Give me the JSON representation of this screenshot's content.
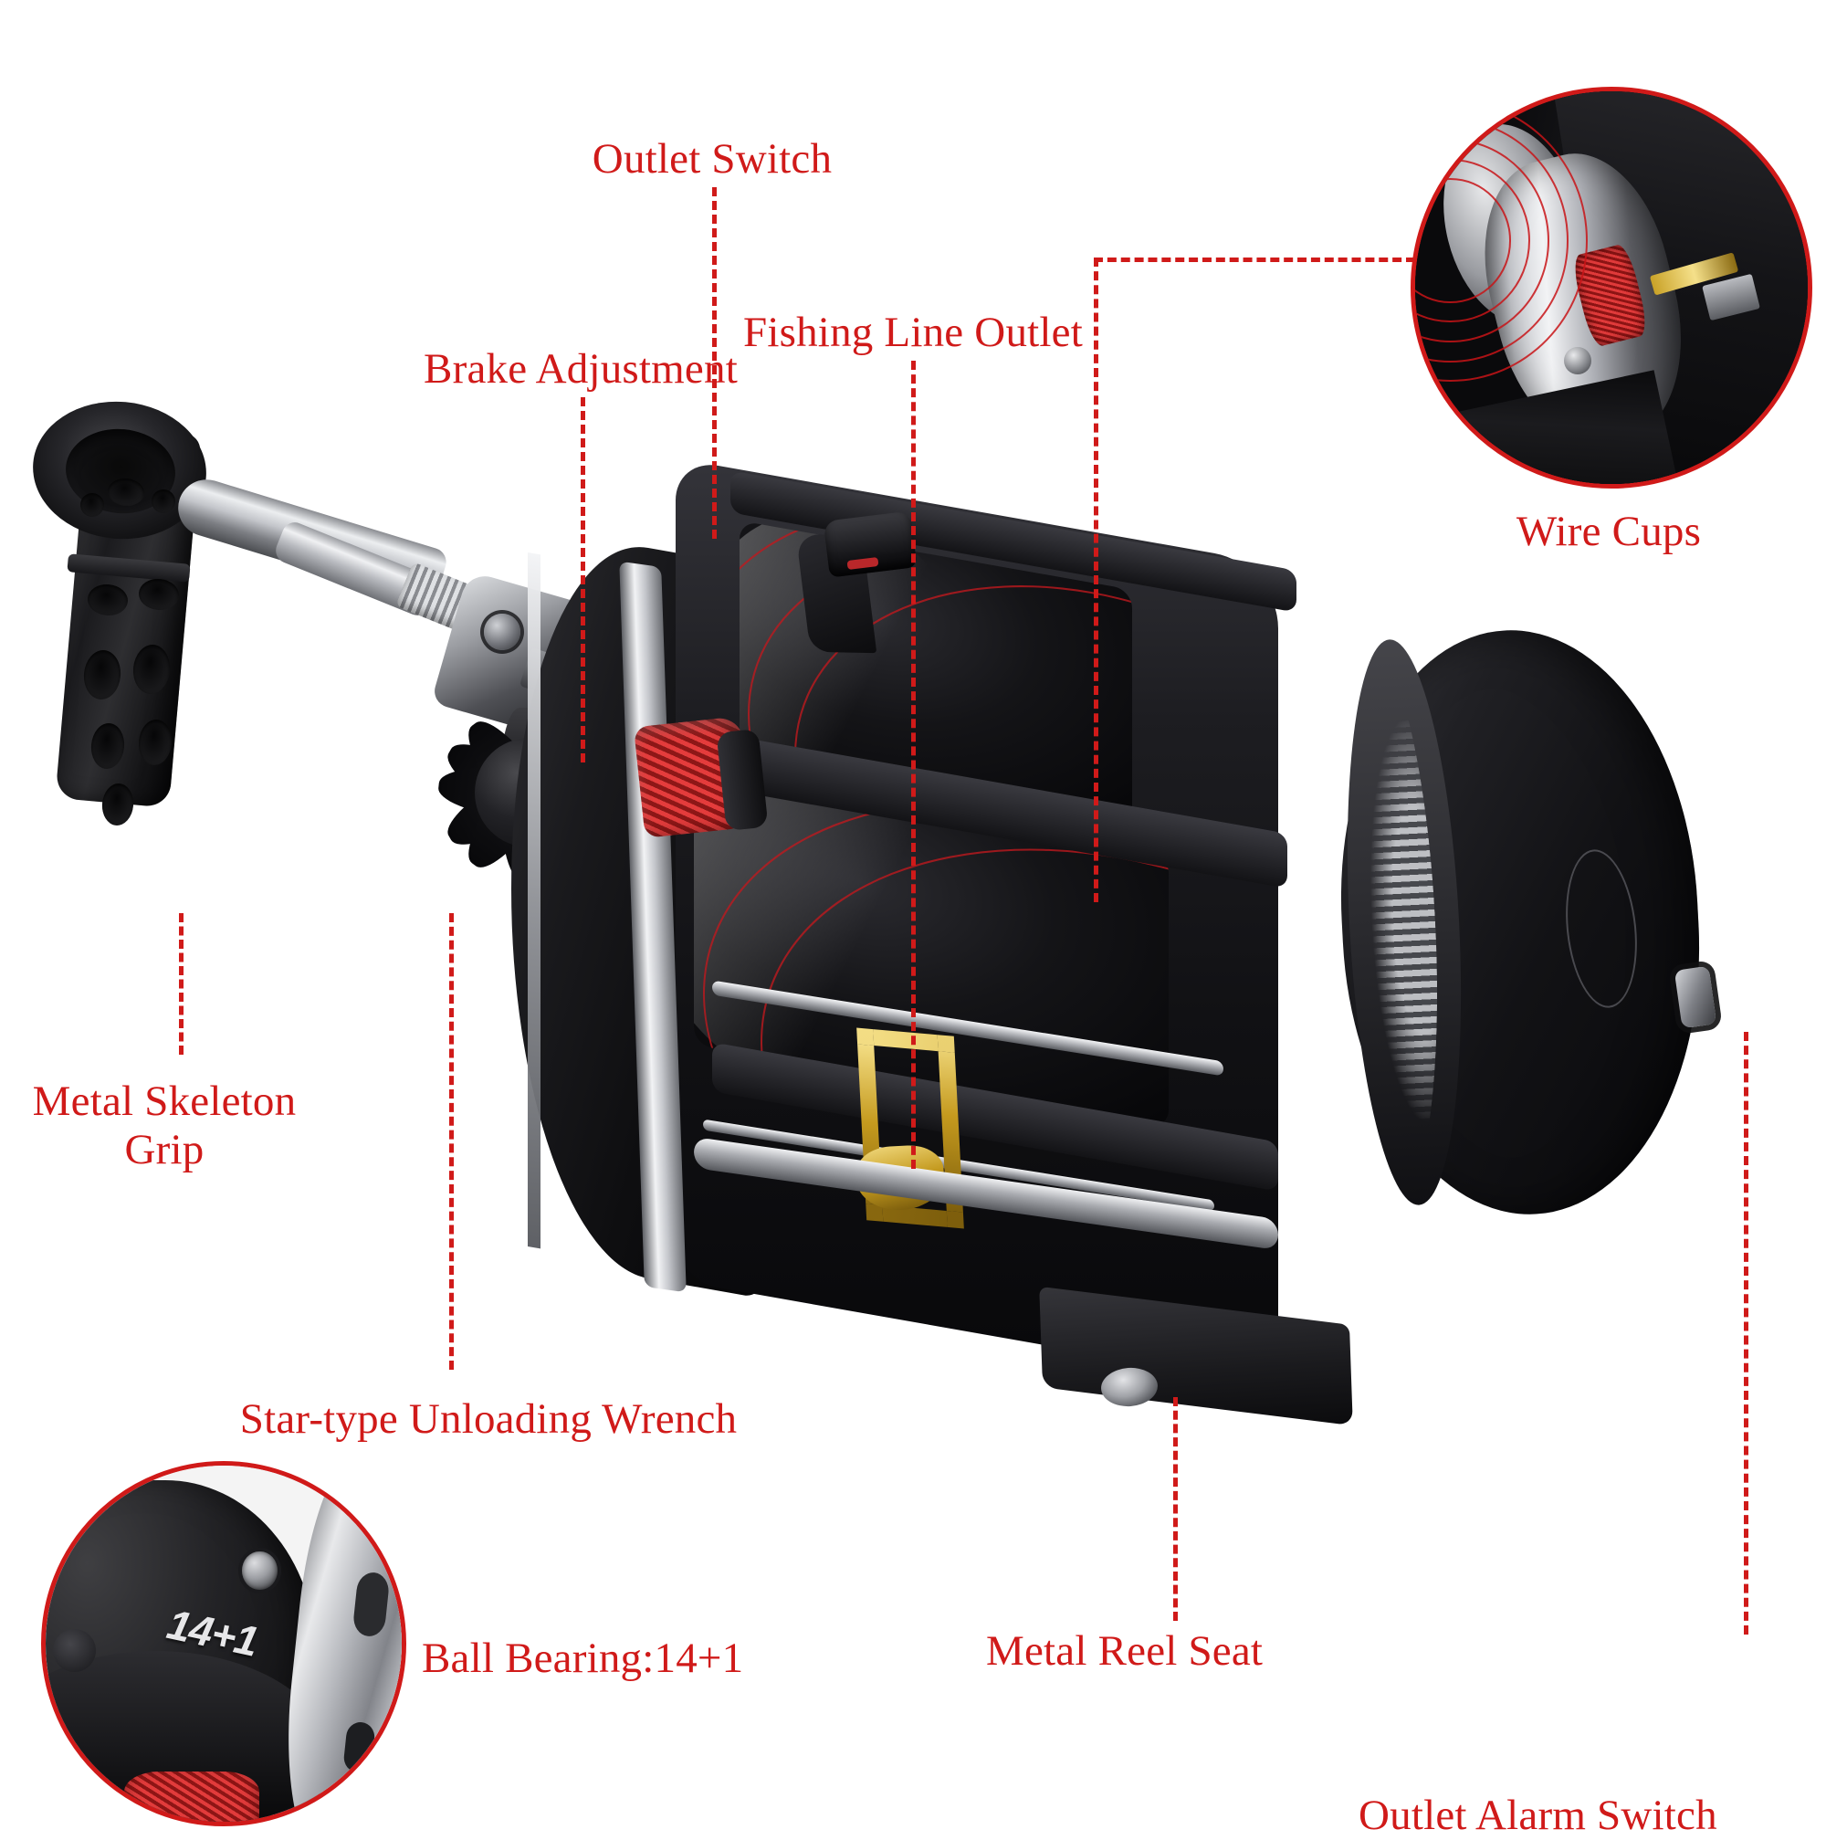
{
  "diagram": {
    "title": "Fishing Reel Feature Callout Diagram",
    "accent_color": "#d01a19",
    "background_color": "#ffffff",
    "label_color": "#d01a19"
  },
  "callouts": [
    {
      "id": "outlet-switch",
      "label": "Outlet Switch"
    },
    {
      "id": "fishing-line-outlet",
      "label": "Fishing Line Outlet"
    },
    {
      "id": "brake-adjustment",
      "label": "Brake Adjustment"
    },
    {
      "id": "wire-cups",
      "label": "Wire Cups"
    },
    {
      "id": "metal-skeleton-grip",
      "label": "Metal Skeleton\nGrip"
    },
    {
      "id": "star-type-unloading-wrench",
      "label": "Star-type Unloading Wrench"
    },
    {
      "id": "ball-bearing",
      "label": "Ball Bearing:14+1"
    },
    {
      "id": "metal-reel-seat",
      "label": "Metal Reel Seat"
    },
    {
      "id": "outlet-alarm-switch",
      "label": "Outlet Alarm Switch"
    }
  ],
  "insets": {
    "wire_cups": {
      "caption": "Wire Cups",
      "shape": "circle",
      "subject": "spool shaft close-up with red knurled ring"
    },
    "ball_bearing": {
      "caption": "Ball Bearing:14+1",
      "shape": "circle",
      "engraved_text": "14+1",
      "subject": "side plate close-up with bearing count engraving"
    }
  },
  "product": {
    "type": "baitcasting trolling reel",
    "colors": {
      "body": "#111114",
      "chrome": "#e8eaec",
      "red_knob": "#e43c3c",
      "gold_line_guide": "#c49a1f"
    }
  }
}
